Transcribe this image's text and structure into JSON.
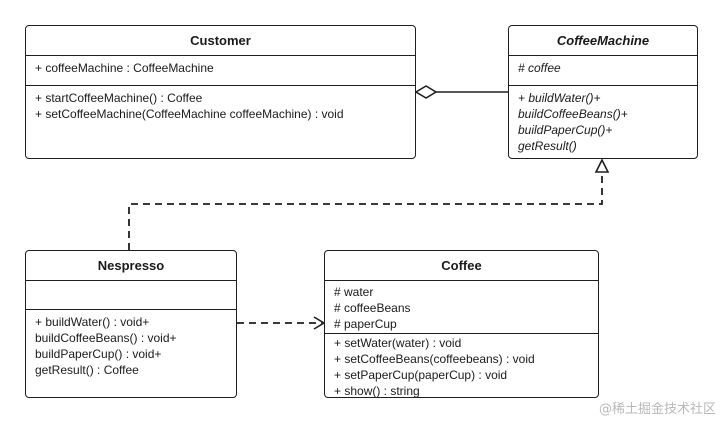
{
  "classes": {
    "customer": {
      "name": "Customer",
      "attributes": [
        "+ coffeeMachine : CoffeeMachine"
      ],
      "methods": [
        "+ startCoffeeMachine() : Coffee",
        "+ setCoffeeMachine(CoffeeMachine coffeeMachine) : void"
      ]
    },
    "coffee_machine": {
      "name": "CoffeeMachine",
      "attributes": [
        "# coffee"
      ],
      "methods": [
        "+ buildWater()+",
        "buildCoffeeBeans()+",
        "buildPaperCup()+",
        "getResult()"
      ]
    },
    "nespresso": {
      "name": "Nespresso",
      "attributes": [],
      "methods": [
        "+ buildWater() : void+",
        "buildCoffeeBeans() : void+",
        "buildPaperCup() : void+",
        "getResult() : Coffee"
      ]
    },
    "coffee": {
      "name": "Coffee",
      "attributes": [
        "# water",
        "# coffeeBeans",
        "# paperCup"
      ],
      "methods": [
        "+ setWater(water) : void",
        "+ setCoffeeBeans(coffeebeans) : void",
        "+ setPaperCup(paperCup) : void",
        "+ show() : string"
      ]
    }
  },
  "watermark": "@稀土掘金技术社区",
  "colors": {
    "stroke": "#1f1f1f",
    "background": "#ffffff",
    "watermark": "#b9b9b9"
  }
}
